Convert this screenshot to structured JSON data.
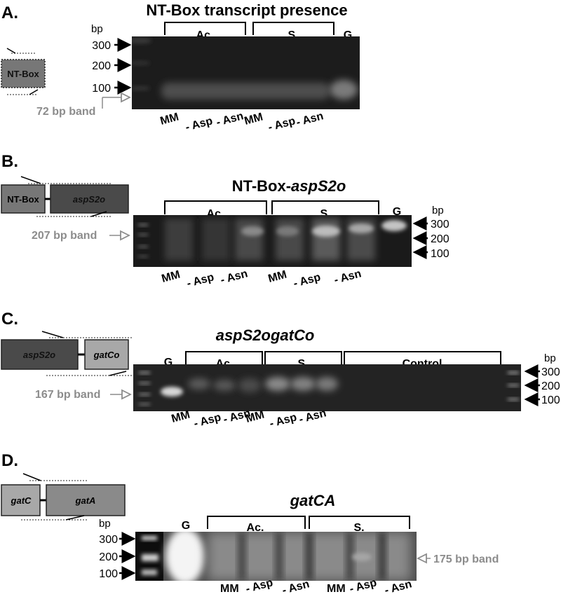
{
  "panels": [
    {
      "letter": "A.",
      "title": "NT-Box transcript presence",
      "unit": "bp",
      "markers_left": [
        "300",
        "200",
        "100"
      ],
      "condition_groups": [
        "Ac.",
        "S."
      ],
      "genomic_label": "G",
      "lanes": [
        "MM",
        "- Asp",
        "- Asn",
        "MM",
        "- Asp",
        "- Asn"
      ],
      "band_label": "72 bp band",
      "boxes": [
        "NT-Box"
      ]
    },
    {
      "letter": "B.",
      "title_plain": "NT-Box-",
      "title_italic": "aspS2o",
      "unit": "bp",
      "markers_right": [
        "300",
        "200",
        "100"
      ],
      "condition_groups": [
        "Ac.",
        "S."
      ],
      "genomic_label": "G",
      "lanes": [
        "MM",
        "- Asp",
        "- Asn",
        "MM",
        "- Asp",
        "- Asn"
      ],
      "band_label": "207 bp band",
      "boxes": [
        "NT-Box",
        "aspS2o"
      ]
    },
    {
      "letter": "C.",
      "title_italic": "aspS2ogatCo",
      "unit": "bp",
      "markers_right": [
        "300",
        "200",
        "100"
      ],
      "condition_groups": [
        "Ac.",
        "S.",
        "Control"
      ],
      "genomic_label": "G",
      "lanes": [
        "MM",
        "- Asp",
        "- Asn",
        "MM",
        "- Asp",
        "- Asn"
      ],
      "band_label": "167 bp band",
      "boxes": [
        "aspS2o",
        "gatCo"
      ]
    },
    {
      "letter": "D.",
      "title_italic": "gatCA",
      "unit": "bp",
      "markers_left": [
        "300",
        "200",
        "100"
      ],
      "condition_groups": [
        "Ac.",
        "S."
      ],
      "genomic_label": "G",
      "lanes": [
        "MM",
        "- Asp",
        "- Asn",
        "MM",
        "- Asp",
        "- Asn"
      ],
      "band_label": "175 bp band",
      "boxes": [
        "gatC",
        "gatA"
      ]
    }
  ],
  "colors": {
    "gel_dark": "#1a1a1a",
    "box_dark": "#4a4a4a",
    "box_light": "#a8a8a8",
    "band_label": "#8c8c8c"
  }
}
